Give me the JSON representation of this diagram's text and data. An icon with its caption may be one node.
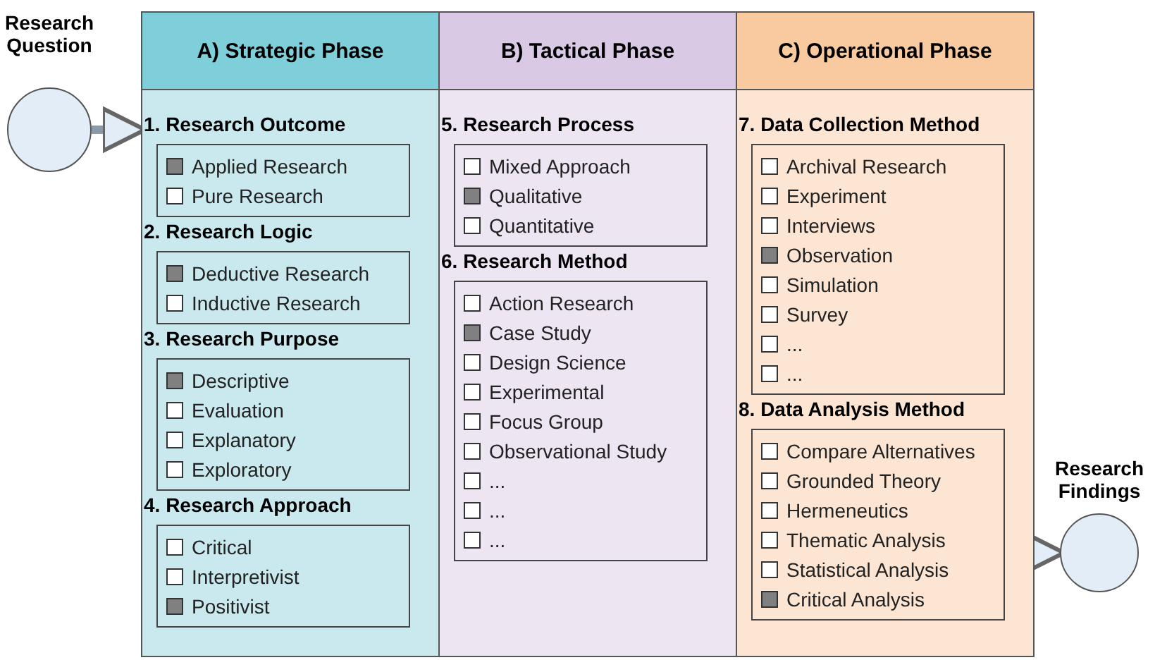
{
  "diagram": {
    "nodes": [
      {
        "text": [
          "Research Question"
        ]
      },
      {
        "text": [
          "A) Strategic Phase"
        ]
      },
      {
        "text": [
          "1. Research Outcome"
        ],
        "in": 1
      },
      {
        "text": [
          "Applied Research"
        ],
        "in": 2
      },
      {
        "text": [],
        "shape": "block",
        "in": 3
      },
      {
        "text": [
          "Pure Research"
        ],
        "in": 2
      },
      {
        "text": [],
        "shape": "box",
        "in": 5
      },
      {
        "text": [
          "2. Research Logic"
        ],
        "in": 1
      },
      {
        "text": [
          "Deductive Research"
        ],
        "in": 7
      },
      {
        "text": [],
        "shape": "block",
        "in": 8
      },
      {
        "text": [
          "Inductive Research"
        ],
        "in": 7
      },
      {
        "text": [],
        "shape": "box",
        "in": 10
      },
      {
        "text": [
          "3. Research Purpose"
        ],
        "in": 1
      },
      {
        "text": [
          "Descriptive"
        ],
        "in": 12
      },
      {
        "text": [],
        "shape": "block",
        "in": 13
      },
      {
        "text": [
          "Evaluation"
        ],
        "in": 12
      },
      {
        "text": [],
        "shape": "box",
        "in": 15
      },
      {
        "text": [
          "Explanatory"
        ],
        "in": 12
      },
      {
        "text": [],
        "shape": "box",
        "in": 17
      },
      {
        "text": [
          "Exploratory"
        ],
        "in": 12
      },
      {
        "text": [],
        "shape": "box",
        "in": 19
      },
      {
        "text": [
          "4. Research Approach"
        ],
        "in": 1
      },
      {
        "text": [
          "Critical"
        ],
        "in": 21
      },
      {
        "text": [],
        "shape": "box",
        "in": 22
      },
      {
        "text": [
          "Interpretivist"
        ],
        "in": 21
      },
      {
        "text": [],
        "shape": "box",
        "in": 24
      },
      {
        "text": [
          "Positivist"
        ],
        "in": 21
      },
      {
        "text": [],
        "shape": "block",
        "in": 26
      },
      {
        "text": [
          "B) Tactical Phase"
        ]
      },
      {
        "text": [
          "5. Research Process"
        ],
        "in": 28
      },
      {
        "text": [
          "Mixed Approach"
        ],
        "in": 29
      },
      {
        "text": [],
        "shape": "box",
        "in": 30
      },
      {
        "text": [
          "Qualitative"
        ],
        "in": 29
      },
      {
        "text": [],
        "shape": "block",
        "in": 32
      },
      {
        "text": [
          "Quantitative"
        ],
        "in": 29
      },
      {
        "text": [],
        "shape": "box",
        "in": 34
      },
      {
        "text": [
          "6. Research Method"
        ],
        "in": 28
      },
      {
        "text": [
          "Action Research"
        ],
        "in": 36
      },
      {
        "text": [],
        "shape": "box",
        "in": 37
      },
      {
        "text": [
          "Case Study"
        ],
        "in": 36
      },
      {
        "text": [],
        "shape": "block",
        "in": 39
      },
      {
        "text": [
          "Design Science"
        ],
        "in": 36
      },
      {
        "text": [],
        "shape": "box",
        "in": 41
      },
      {
        "text": [
          "Experimental"
        ],
        "in": 36
      },
      {
        "text": [],
        "shape": "box",
        "in": 43
      },
      {
        "text": [
          "Focus Group"
        ],
        "in": 36
      },
      {
        "text": [],
        "shape": "box",
        "in": 45
      },
      {
        "text": [
          "Observational Study"
        ],
        "in": 36
      },
      {
        "text": [],
        "shape": "box",
        "in": 47
      },
      {
        "text": [
          "..."
        ],
        "in": 36
      },
      {
        "text": [],
        "shape": "box",
        "in": 49
      },
      {
        "text": [
          "..."
        ],
        "in": 36
      },
      {
        "text": [],
        "shape": "box",
        "in": 51
      },
      {
        "text": [
          "..."
        ],
        "in": 36
      },
      {
        "text": [],
        "shape": "box",
        "in": 53
      },
      {
        "text": [
          "C) Operational Phase"
        ]
      },
      {
        "text": [
          "7. Data Collection Method"
        ],
        "in": 55
      },
      {
        "text": [
          "Archival Research"
        ],
        "in": 56
      },
      {
        "text": [],
        "shape": "box",
        "in": 57
      },
      {
        "text": [
          "Experiment"
        ],
        "in": 56
      },
      {
        "text": [],
        "shape": "box",
        "in": 59
      },
      {
        "text": [
          "Interviews"
        ],
        "in": 56
      },
      {
        "text": [],
        "shape": "box",
        "in": 61
      },
      {
        "text": [
          "Observation"
        ],
        "in": 56
      },
      {
        "text": [],
        "shape": "block",
        "in": 63
      },
      {
        "text": [
          "Simulation"
        ],
        "in": 56
      },
      {
        "text": [],
        "shape": "box",
        "in": 65
      },
      {
        "text": [
          "Survey"
        ],
        "in": 56
      },
      {
        "text": [],
        "shape": "box",
        "in": 67
      },
      {
        "text": [
          "..."
        ],
        "in": 56
      },
      {
        "text": [],
        "shape": "box",
        "in": 69
      },
      {
        "text": [
          "..."
        ],
        "in": 56
      },
      {
        "text": [],
        "shape": "box",
        "in": 71
      },
      {
        "text": [
          "8. Data Analysis Method"
        ],
        "in": 55
      },
      {
        "text": [
          "Compare Alternatives"
        ],
        "in": 73
      },
      {
        "text": [],
        "shape": "box",
        "in": 74
      },
      {
        "text": [
          "Grounded Theory"
        ],
        "in": 73
      },
      {
        "text": [],
        "shape": "box",
        "in": 76
      },
      {
        "text": [
          "Hermeneutics"
        ],
        "in": 73
      },
      {
        "text": [],
        "shape": "box",
        "in": 78
      },
      {
        "text": [
          "Thematic Analysis"
        ],
        "in": 73
      },
      {
        "text": [],
        "shape": "box",
        "in": 80
      },
      {
        "text": [
          "Statistical Analysis"
        ],
        "in": 73
      },
      {
        "text": [],
        "shape": "box",
        "in": 82
      },
      {
        "text": [
          "Critical Analysis"
        ],
        "in": 73
      },
      {
        "text": [],
        "shape": "block",
        "in": 84
      },
      {
        "text": [
          "Research Findings"
        ]
      }
    ],
    "edges": [
      {
        "from": 0,
        "to": 1,
        "arrow": "to"
      },
      {
        "from": 55,
        "to": 86,
        "arrow": "to"
      }
    ]
  }
}
